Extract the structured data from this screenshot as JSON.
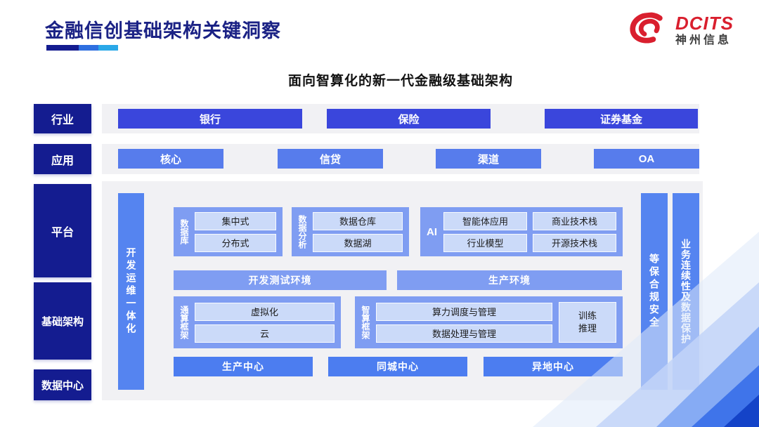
{
  "colors": {
    "navy": "#141c90",
    "title_navy": "#1b2285",
    "royal_blue": "#3a46dc",
    "app_blue": "#577cec",
    "bar_blue": "#5584f0",
    "group_blue": "#7f9df2",
    "center_blue": "#4c7df0",
    "light_box": "#cbdaf9",
    "panel_gray": "#f1f1f4",
    "brand_red": "#d91f2e",
    "underline": [
      "#141c90",
      "#2e6fe0",
      "#2aa8e8"
    ]
  },
  "header": {
    "title": "金融信创基础架构关键洞察",
    "logo_brand": "DCITS",
    "logo_company": "神州信息"
  },
  "subtitle": "面向智算化的新一代金融级基础架构",
  "sidebar": {
    "items": [
      {
        "label": "行业"
      },
      {
        "label": "应用"
      },
      {
        "label": "平台"
      },
      {
        "label": "基础架构"
      },
      {
        "label": "数据中心"
      }
    ]
  },
  "rows": {
    "industry": {
      "items": [
        "银行",
        "保险",
        "证券基金"
      ]
    },
    "application": {
      "items": [
        "核心",
        "信贷",
        "渠道",
        "OA"
      ]
    }
  },
  "platform": {
    "devops_bar": "开发运维一体化",
    "security_bar": "等保合规安全",
    "continuity_bar": "业务连续性及数据保护",
    "database_group": {
      "label": "数据库",
      "items": [
        "集中式",
        "分布式"
      ]
    },
    "analytics_group": {
      "label": "数据分析",
      "items": [
        "数据仓库",
        "数据湖"
      ]
    },
    "ai_group": {
      "label": "AI",
      "items": [
        "智能体应用",
        "商业技术栈",
        "行业模型",
        "开源技术栈"
      ]
    },
    "environments": {
      "dev_test": "开发测试环境",
      "production": "生产环境"
    },
    "general_framework": {
      "label": "通算框架",
      "items": [
        "虚拟化",
        "云"
      ]
    },
    "intelligent_framework": {
      "label": "智算框架",
      "items": [
        "算力调度与管理",
        "数据处理与管理"
      ],
      "side_box": "训练\n推理"
    },
    "centers": [
      "生产中心",
      "同城中心",
      "异地中心"
    ]
  }
}
